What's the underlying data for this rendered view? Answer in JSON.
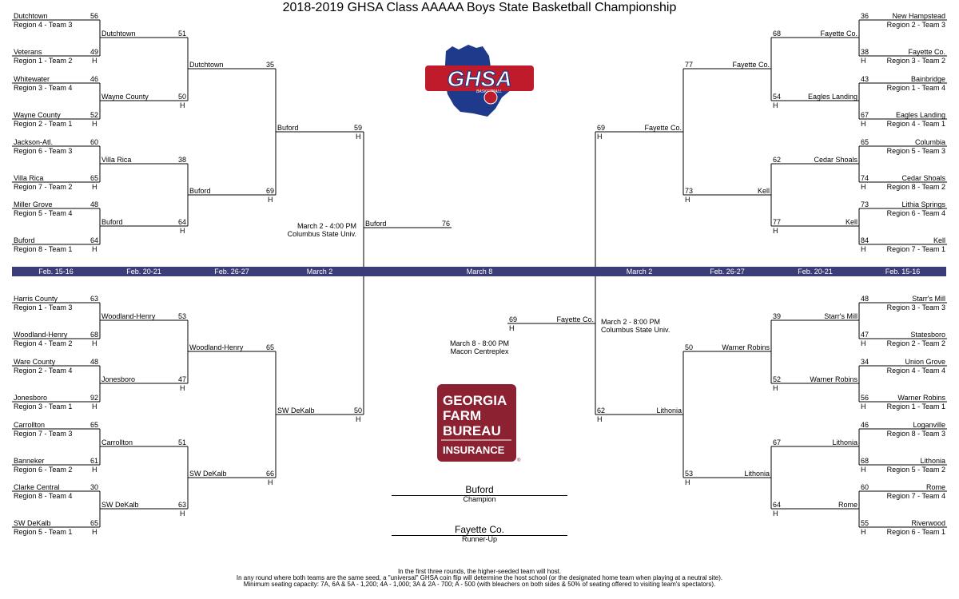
{
  "title": "2018-2019 GHSA Class AAAAA Boys State Basketball Championship",
  "logo": {
    "text": "GHSA",
    "sub": "BASKETBALL"
  },
  "sponsor": {
    "lines": [
      "GEORGIA",
      "FARM",
      "BUREAU",
      "INSURANCE"
    ],
    "mark": "®"
  },
  "dates": [
    "Feb. 15-16",
    "Feb. 20-21",
    "Feb. 26-27",
    "March 2",
    "March 8",
    "March 2",
    "Feb. 26-27",
    "Feb. 20-21",
    "Feb. 15-16"
  ],
  "venues": {
    "left_semi": [
      "March 2 - 4:00 PM",
      "Columbus State Univ."
    ],
    "right_semi": [
      "March 2 - 8:00 PM",
      "Columbus State Univ."
    ],
    "final": [
      "March 8 - 8:00 PM",
      "Macon Centreplex"
    ]
  },
  "champion": {
    "team": "Buford",
    "label": "Champion"
  },
  "runner_up": {
    "team": "Fayette Co.",
    "label": "Runner-Up"
  },
  "footer": [
    "In the first three rounds, the higher-seeded team will host.",
    "In any round where both teams are the same seed, a \"universal\" GHSA coin flip will determine the host school (or the designated home team when playing at a neutral site).",
    "Minimum seating capacity: 7A, 6A & 5A - 1,200; 4A - 1,000; 3A & 2A - 700; A - 500 (with bleachers on both sides & 50% of seating offered to visiting team's spectators)."
  ],
  "quadrants": [
    {
      "r1": [
        [
          "Dutchtown",
          "Region 4 - Team 3",
          "56"
        ],
        [
          "Veterans",
          "Region 1 - Team 2",
          "49"
        ],
        [
          "Whitewater",
          "Region 3 - Team 4",
          "46"
        ],
        [
          "Wayne County",
          "Region 2 - Team 1",
          "52"
        ],
        [
          "Jackson-Atl.",
          "Region 6 - Team 3",
          "60"
        ],
        [
          "Villa Rica",
          "Region 7 - Team 2",
          "65"
        ],
        [
          "Miller Grove",
          "Region 5 - Team 4",
          "48"
        ],
        [
          "Buford",
          "Region 8 - Team 1",
          "64"
        ]
      ],
      "r2": [
        [
          "Dutchtown",
          "51"
        ],
        [
          "Wayne County",
          "50"
        ],
        [
          "Villa Rica",
          "38"
        ],
        [
          "Buford",
          "64"
        ]
      ],
      "r3": [
        [
          "Dutchtown",
          "35"
        ],
        [
          "Buford",
          "69"
        ]
      ],
      "r4": [
        [
          "Buford",
          "59"
        ]
      ]
    },
    {
      "r1": [
        [
          "Harris County",
          "Region 1 - Team 3",
          "63"
        ],
        [
          "Woodland-Henry",
          "Region 4 - Team 2",
          "68"
        ],
        [
          "Ware County",
          "Region 2 - Team 4",
          "48"
        ],
        [
          "Jonesboro",
          "Region 3 - Team 1",
          "92"
        ],
        [
          "Carrollton",
          "Region 7 - Team 3",
          "65"
        ],
        [
          "Banneker",
          "Region 6 - Team 2",
          "61"
        ],
        [
          "Clarke Central",
          "Region 8 - Team 4",
          "30"
        ],
        [
          "SW DeKalb",
          "Region 5 - Team 1",
          "65"
        ]
      ],
      "r2": [
        [
          "Woodland-Henry",
          "53"
        ],
        [
          "Jonesboro",
          "47"
        ],
        [
          "Carrollton",
          "51"
        ],
        [
          "SW DeKalb",
          "63"
        ]
      ],
      "r3": [
        [
          "Woodland-Henry",
          "65"
        ],
        [
          "SW DeKalb",
          "66"
        ]
      ],
      "r4": [
        [
          "SW DeKalb",
          "50"
        ]
      ]
    },
    {
      "r1": [
        [
          "New Hampstead",
          "Region 2 - Team 3",
          "36"
        ],
        [
          "Fayette Co.",
          "Region 3 - Team 2",
          "38"
        ],
        [
          "Bainbridge",
          "Region 1 - Team 4",
          "43"
        ],
        [
          "Eagles Landing",
          "Region 4 - Team 1",
          "67"
        ],
        [
          "Columbia",
          "Region 5 - Team 3",
          "65"
        ],
        [
          "Cedar Shoals",
          "Region 8 - Team 2",
          "74"
        ],
        [
          "Lithia Springs",
          "Region 6 - Team 4",
          "73"
        ],
        [
          "Kell",
          "Region 7 - Team 1",
          "84"
        ]
      ],
      "r2": [
        [
          "Fayette Co.",
          "68"
        ],
        [
          "Eagles Landing",
          "54"
        ],
        [
          "Cedar Shoals",
          "62"
        ],
        [
          "Kell",
          "77"
        ]
      ],
      "r3": [
        [
          "Fayette Co.",
          "77"
        ],
        [
          "Kell",
          "73"
        ]
      ],
      "r4": [
        [
          "Fayette Co.",
          "69"
        ]
      ]
    },
    {
      "r1": [
        [
          "Starr's Mill",
          "Region 3 - Team 3",
          "48"
        ],
        [
          "Statesboro",
          "Region 2 - Team 2",
          "47"
        ],
        [
          "Union Grove",
          "Region 4 - Team 4",
          "34"
        ],
        [
          "Warner Robins",
          "Region 1 - Team 1",
          "56"
        ],
        [
          "Loganville",
          "Region 8 - Team 3",
          "46"
        ],
        [
          "Lithonia",
          "Region 5 - Team 2",
          "68"
        ],
        [
          "Rome",
          "Region 7 - Team 4",
          "60"
        ],
        [
          "Riverwood",
          "Region 6 - Team 1",
          "55"
        ]
      ],
      "r2": [
        [
          "Starr's Mill",
          "39"
        ],
        [
          "Warner Robins",
          "52"
        ],
        [
          "Lithonia",
          "67"
        ],
        [
          "Rome",
          "64"
        ]
      ],
      "r3": [
        [
          "Warner Robins",
          "50"
        ],
        [
          "Lithonia",
          "53"
        ]
      ],
      "r4": [
        [
          "Lithonia",
          "62"
        ]
      ]
    }
  ],
  "finals": {
    "left": [
      "Buford",
      "76"
    ],
    "right": [
      "Fayette Co.",
      "69"
    ]
  },
  "home_marker": "H",
  "colors": {
    "band": "#3c3d78",
    "sponsor": "#8b2131",
    "logo_blue": "#1f3a8a",
    "logo_red": "#c01b2a"
  }
}
